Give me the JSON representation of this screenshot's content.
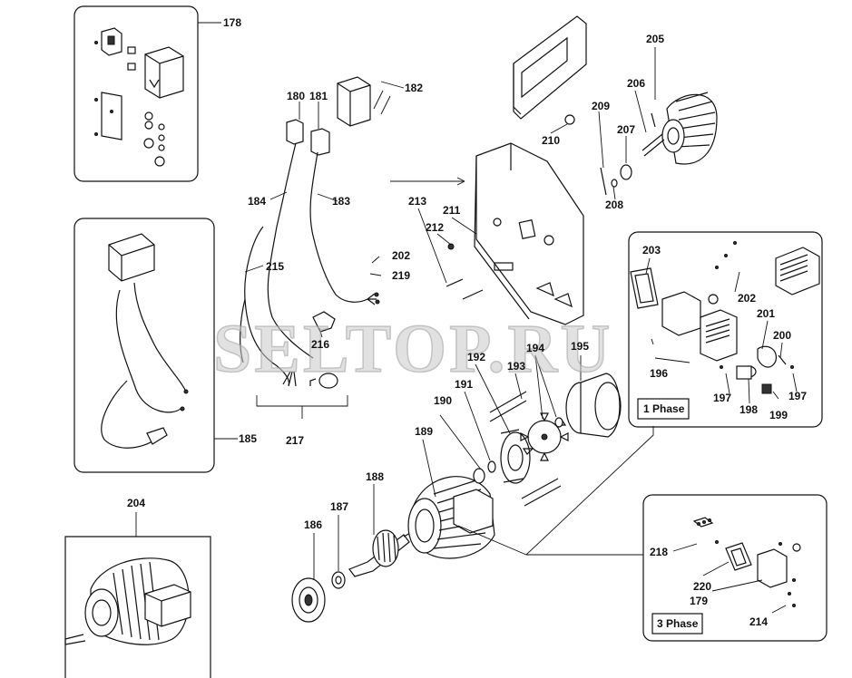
{
  "watermark": "SELTOP.RU",
  "boxes": {
    "phase1_label": "1 Phase",
    "phase3_label": "3 Phase"
  },
  "callouts": [
    {
      "id": "c178",
      "text": "178"
    },
    {
      "id": "c180",
      "text": "180"
    },
    {
      "id": "c181",
      "text": "181"
    },
    {
      "id": "c182",
      "text": "182"
    },
    {
      "id": "c184",
      "text": "184"
    },
    {
      "id": "c183",
      "text": "183"
    },
    {
      "id": "c215",
      "text": "215"
    },
    {
      "id": "c202a",
      "text": "202"
    },
    {
      "id": "c219",
      "text": "219"
    },
    {
      "id": "c216",
      "text": "216"
    },
    {
      "id": "c217",
      "text": "217"
    },
    {
      "id": "c185",
      "text": "185"
    },
    {
      "id": "c204",
      "text": "204"
    },
    {
      "id": "c186",
      "text": "186"
    },
    {
      "id": "c187",
      "text": "187"
    },
    {
      "id": "c188",
      "text": "188"
    },
    {
      "id": "c189",
      "text": "189"
    },
    {
      "id": "c190",
      "text": "190"
    },
    {
      "id": "c191",
      "text": "191"
    },
    {
      "id": "c192",
      "text": "192"
    },
    {
      "id": "c193",
      "text": "193"
    },
    {
      "id": "c194",
      "text": "194"
    },
    {
      "id": "c195",
      "text": "195"
    },
    {
      "id": "c213",
      "text": "213"
    },
    {
      "id": "c212",
      "text": "212"
    },
    {
      "id": "c211",
      "text": "211"
    },
    {
      "id": "c210",
      "text": "210"
    },
    {
      "id": "c209",
      "text": "209"
    },
    {
      "id": "c208",
      "text": "208"
    },
    {
      "id": "c207",
      "text": "207"
    },
    {
      "id": "c206",
      "text": "206"
    },
    {
      "id": "c205",
      "text": "205"
    },
    {
      "id": "c203",
      "text": "203"
    },
    {
      "id": "c202b",
      "text": "202"
    },
    {
      "id": "c201",
      "text": "201"
    },
    {
      "id": "c200",
      "text": "200"
    },
    {
      "id": "c196",
      "text": "196"
    },
    {
      "id": "c197a",
      "text": "197"
    },
    {
      "id": "c198",
      "text": "198"
    },
    {
      "id": "c199",
      "text": "199"
    },
    {
      "id": "c197b",
      "text": "197"
    },
    {
      "id": "c218",
      "text": "218"
    },
    {
      "id": "c220",
      "text": "220"
    },
    {
      "id": "c179",
      "text": "179"
    },
    {
      "id": "c214",
      "text": "214"
    }
  ]
}
